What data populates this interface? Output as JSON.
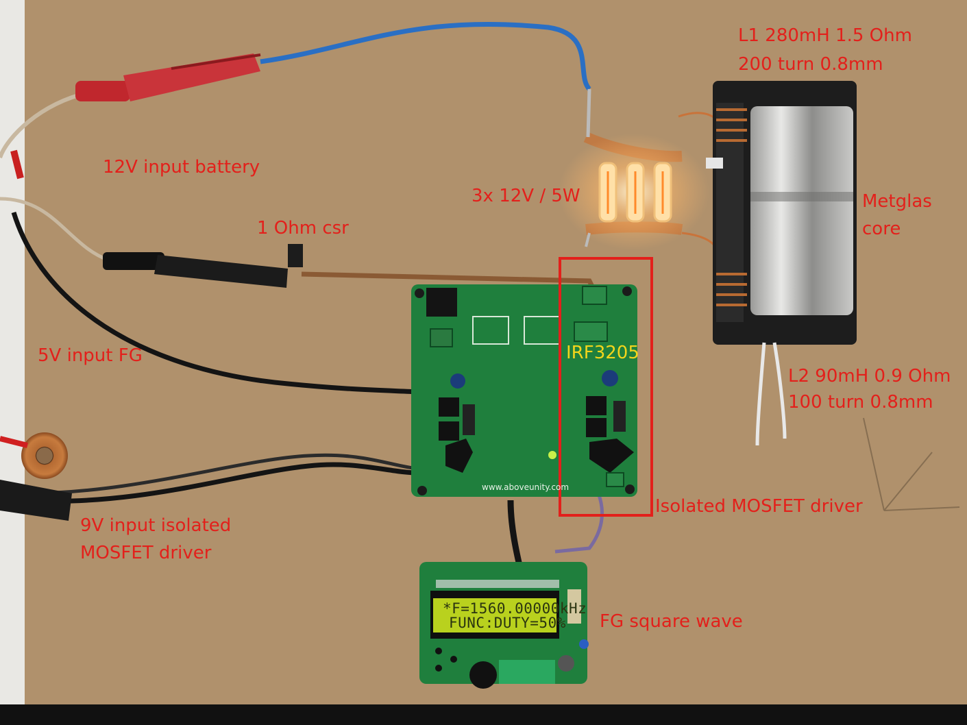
{
  "annotations": {
    "input_battery": "12V input battery",
    "csr": "1 Ohm csr",
    "lamps": "3x 12V / 5W",
    "l1_line1": "L1 280mH  1.5 Ohm",
    "l1_line2": "200 turn  0.8mm",
    "core_line1": "Metglas",
    "core_line2": "core",
    "input_fg": "5V input FG",
    "mosfet": "IRF3205",
    "l2_line1": "L2 90mH  0.9 Ohm",
    "l2_line2": "100 turn 0.8mm",
    "isolated_driver": "Isolated MOSFET driver",
    "driver_input_line1": "9V input isolated",
    "driver_input_line2": "MOSFET driver",
    "fg_wave": "FG  square wave"
  },
  "board": {
    "website": "www.aboveunity.com"
  },
  "function_generator": {
    "lcd_line1": "*F=1560.00000kHz",
    "lcd_line2": "FUNC:DUTY=50%"
  },
  "colors": {
    "annotation_red": "#e3201b",
    "annotation_yellow": "#f2d51c",
    "board_background": "#b0916c",
    "pcb_green": "#1f7f3d",
    "highlight_box": "#e3201b"
  }
}
